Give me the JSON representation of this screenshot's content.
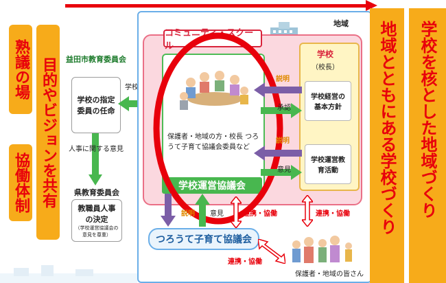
{
  "left": {
    "box1": "熟議の場",
    "box2": "協働体制",
    "box3": "目的やビジョンを共有"
  },
  "board": {
    "header": "益田市教育委員会",
    "appoint": "学校の指定委員の任命",
    "personnel_opinion": "人事に関する意見",
    "prefecture": "県教育委員会",
    "decision_title": "教職員人事の決定",
    "decision_note": "（学校運営協議会の意見を尊重）",
    "opinion_label": "学校運営に関する意見"
  },
  "region": {
    "label": "地域",
    "community_school": "コミュニティ・スクール",
    "council_members": "保護者・地域の方・校長 つろうて子育て協議会委員など",
    "council_label": "学校運営協議会",
    "school_label": "学校",
    "principal": "（校長）",
    "policy": "学校経営の基本方針",
    "activities": "学校運営教育活動",
    "explain": "説明",
    "approve": "承認",
    "opinion": "意見",
    "tsuroute": "つろうて子育て協議会",
    "explain_bottom": "説明",
    "opinion_bottom": "意見",
    "collab1": "連携・協働",
    "collab2": "連携・協働",
    "collab3": "連携・協働",
    "residents": "保護者・地域の皆さん"
  },
  "right": {
    "col1": "地域とともにある学校づくり",
    "col2": "学校を核とした地域づくり"
  },
  "colors": {
    "orange": "#f7ab1a",
    "red": "#e8000b",
    "green": "#48b74f",
    "purple": "#7b5ea7",
    "pink": "#fbd8df",
    "blue": "#6aaee8"
  }
}
